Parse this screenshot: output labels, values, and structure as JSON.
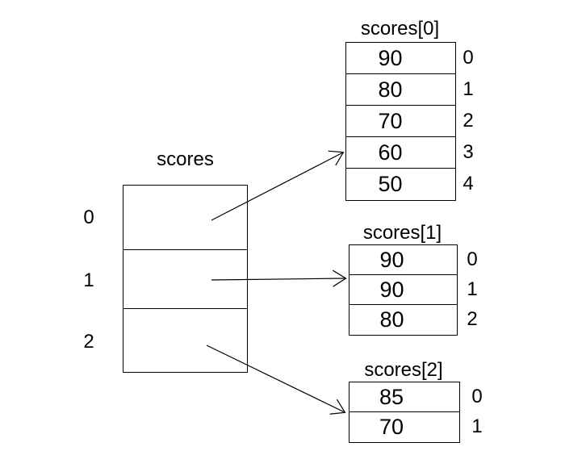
{
  "diagram": {
    "background_color": "#ffffff",
    "line_color": "#000000",
    "text_color": "#000000",
    "main_array": {
      "title": "scores",
      "indices": [
        "0",
        "1",
        "2"
      ]
    },
    "sub_arrays": [
      {
        "title": "scores[0]",
        "values": [
          "90",
          "80",
          "70",
          "60",
          "50"
        ],
        "indices": [
          "0",
          "1",
          "2",
          "3",
          "4"
        ]
      },
      {
        "title": "scores[1]",
        "values": [
          "90",
          "90",
          "80"
        ],
        "indices": [
          "0",
          "1",
          "2"
        ]
      },
      {
        "title": "scores[2]",
        "values": [
          "85",
          "70"
        ],
        "indices": [
          "0",
          "1"
        ]
      }
    ]
  }
}
